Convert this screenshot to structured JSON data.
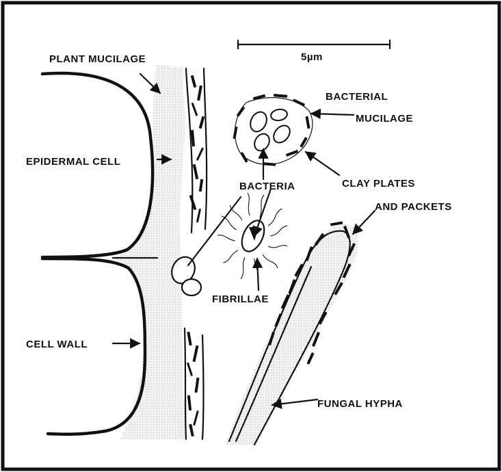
{
  "scale_bar": {
    "label": "5µm"
  },
  "labels": {
    "plant_mucilage": "PLANT MUCILAGE",
    "epidermal_cell": "EPIDERMAL CELL",
    "cell_wall": "CELL WALL",
    "bacterial": "BACTERIAL",
    "mucilage": "MUCILAGE",
    "bacteria": "BACTERIA",
    "clay_plates": "CLAY PLATES",
    "and_packets": "AND PACKETS",
    "fibrillae": "FIBRILLAE",
    "fungal_hypha": "FUNGAL HYPHA"
  },
  "colors": {
    "ink": "#111111",
    "stipple": "#c9c9c9",
    "background": "#ffffff"
  }
}
